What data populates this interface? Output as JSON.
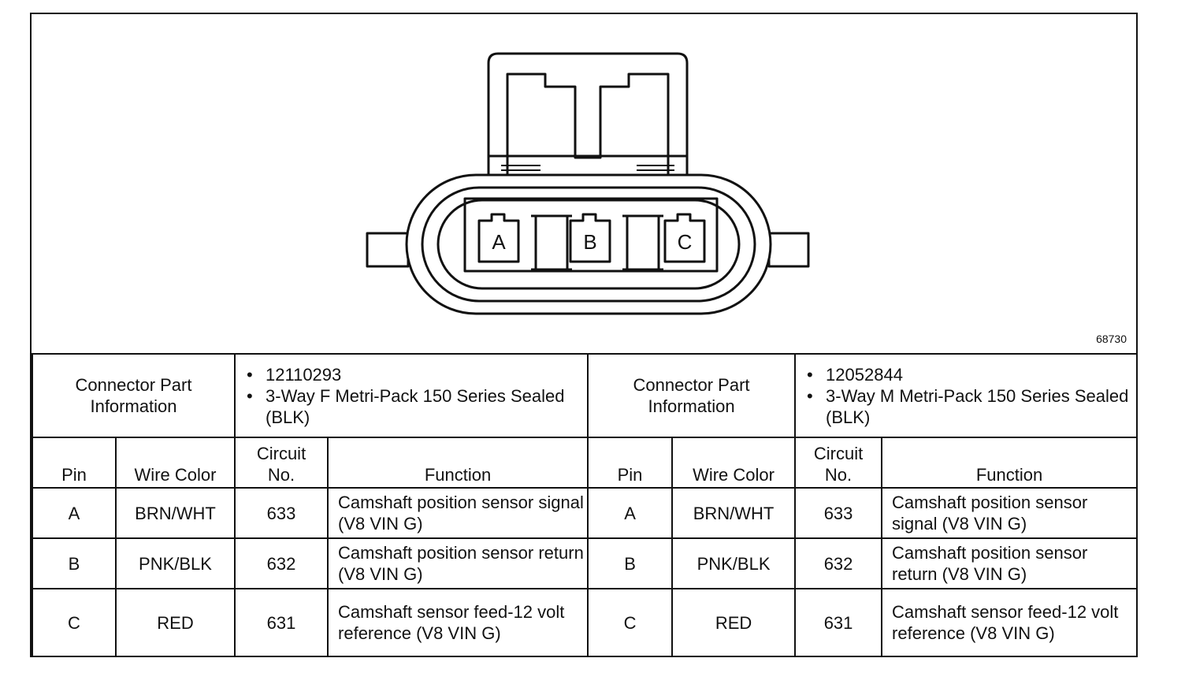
{
  "figure_number": "68730",
  "connector_pins": [
    "A",
    "B",
    "C"
  ],
  "connectors": [
    {
      "info_label": "Connector Part Information",
      "part_number": "12110293",
      "description": "3-Way F Metri-Pack 150 Series Sealed (BLK)"
    },
    {
      "info_label": "Connector Part Information",
      "part_number": "12052844",
      "description": "3-Way M Metri-Pack 150 Series Sealed (BLK)"
    }
  ],
  "columns": {
    "pin": "Pin",
    "wire_color": "Wire Color",
    "circuit_line1": "Circuit",
    "circuit_line2": "No.",
    "function": "Function"
  },
  "rows": [
    {
      "pin": "A",
      "wire_color": "BRN/WHT",
      "circuit": "633",
      "function": "Camshaft position sensor signal (V8 VIN G)"
    },
    {
      "pin": "B",
      "wire_color": "PNK/BLK",
      "circuit": "632",
      "function": "Camshaft position sensor return (V8 VIN G)"
    },
    {
      "pin": "C",
      "wire_color": "RED",
      "circuit": "631",
      "function": "Camshaft sensor feed-12 volt reference (V8 VIN G)"
    }
  ]
}
